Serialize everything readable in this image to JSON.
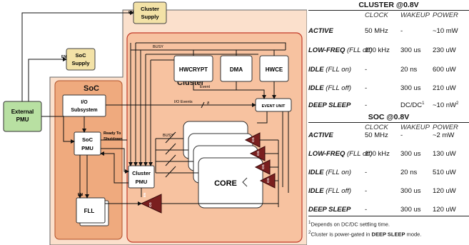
{
  "diagram": {
    "external_pmu": [
      "External",
      "PMU"
    ],
    "soc_supply": [
      "SoC",
      "Supply"
    ],
    "cluster_supply": [
      "Cluster",
      "Supply"
    ],
    "en": "EN",
    "soc_title": "SoC",
    "cluster_title": "Cluster",
    "io_subsystem": [
      "I/O",
      "Subsystem"
    ],
    "soc_pmu": [
      "SoC",
      "PMU"
    ],
    "fll": "FLL",
    "cluster_pmu": [
      "Cluster",
      "PMU"
    ],
    "hwcrypt": "HWCRYPT",
    "dma": "DMA",
    "hwce": "HWCE",
    "event_unit": "EVENT UNIT",
    "core": "CORE",
    "busy": "BUSY",
    "event": "Event",
    "io_events": "I/O Events",
    "bus_width": "8",
    "ready_to_shutdown": [
      "Ready To",
      "Shutdown"
    ],
    "cg": "CG"
  },
  "cluster_table": {
    "title": "CLUSTER @0.8V",
    "headers": [
      "CLOCK",
      "WAKEUP",
      "POWER"
    ],
    "rows": [
      {
        "bold": "ACTIVE",
        "ital": "",
        "clock": "50 MHz",
        "wakeup": "-",
        "power": "~10 mW",
        "wakeup_sup": "",
        "power_sup": ""
      },
      {
        "bold": "LOW-FREQ",
        "ital": "(FLL off)",
        "clock": "100 kHz",
        "wakeup": "300 us",
        "power": "230 uW",
        "wakeup_sup": "",
        "power_sup": ""
      },
      {
        "bold": "IDLE",
        "ital": "(FLL on)",
        "clock": "-",
        "wakeup": "20 ns",
        "power": "600 uW",
        "wakeup_sup": "",
        "power_sup": ""
      },
      {
        "bold": "IDLE",
        "ital": "(FLL off)",
        "clock": "-",
        "wakeup": "300 us",
        "power": "210 uW",
        "wakeup_sup": "",
        "power_sup": ""
      },
      {
        "bold": "DEEP SLEEP",
        "ital": "",
        "clock": "-",
        "wakeup": "DC/DC",
        "power": "~10 nW",
        "wakeup_sup": "1",
        "power_sup": "2"
      }
    ]
  },
  "soc_table": {
    "title": "SOC @0.8V",
    "headers": [
      "CLOCK",
      "WAKEUP",
      "POWER"
    ],
    "rows": [
      {
        "bold": "ACTIVE",
        "ital": "",
        "clock": "50 MHz",
        "wakeup": "-",
        "power": "~2 mW"
      },
      {
        "bold": "LOW-FREQ",
        "ital": "(FLL off)",
        "clock": "100 kHz",
        "wakeup": "300 us",
        "power": "130 uW"
      },
      {
        "bold": "IDLE",
        "ital": "(FLL on)",
        "clock": "-",
        "wakeup": "20 ns",
        "power": "510 uW"
      },
      {
        "bold": "IDLE",
        "ital": "(FLL off)",
        "clock": "-",
        "wakeup": "300 us",
        "power": "120 uW"
      },
      {
        "bold": "DEEP SLEEP",
        "ital": "",
        "clock": "-",
        "wakeup": "300 us",
        "power": "120 uW"
      }
    ]
  },
  "footnotes": {
    "n1_mark": "1",
    "n1_text": "Depends on DC/DC settling time.",
    "n2_mark": "2",
    "n2_pre": "Cluster is power-gated in ",
    "n2_bold": "DEEP SLEEP",
    "n2_post": " mode."
  }
}
